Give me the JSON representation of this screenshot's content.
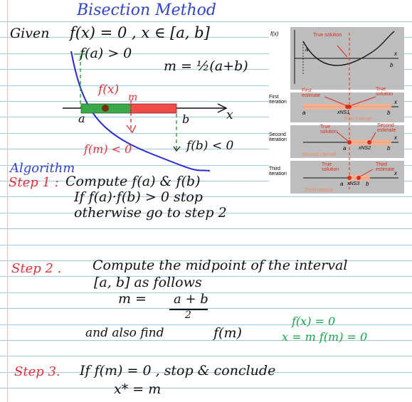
{
  "notes": {
    "title": "Bisection Method",
    "given_label": "Given",
    "given_expr": "f(x) = 0 , x ∈ [a, b]",
    "fa_pos": "f(a) > 0",
    "midpoint_formula": "m = ½(a+b)",
    "fx_label": "f(x)",
    "m_label": "m",
    "a_label": "a",
    "b_label": "b",
    "x_axis_label": "x",
    "fm_neg": "f(m) < 0",
    "fb_neg": "f(b) < 0",
    "algorithm_heading": "Algorithm",
    "step1_label": "Step 1 :",
    "step1_line1": "Compute f(a) & f(b)",
    "step1_line2": "If f(a)·f(b) > 0 stop",
    "step1_line3": "otherwise go to step 2",
    "step2_label": "Step 2 .",
    "step2_line1": "Compute the midpoint of the interval",
    "step2_line2": "[a, b] as follows",
    "step2_m": "m =",
    "step2_numerator": "a + b",
    "step2_denominator": "2",
    "step2_line3": "and also find",
    "step2_fm": "f(m)",
    "green_line1": "f(x) = 0",
    "green_line2": "x = m  f(m) = 0",
    "step3_label": "Step 3.",
    "step3_line1": "If f(m) = 0 , stop & conclude",
    "step3_line2": "x* = m"
  },
  "figure": {
    "fx_axis": "f(x)",
    "true_solution": "True solution",
    "a": "a",
    "b": "b",
    "x": "x",
    "first_iteration": "First iteration",
    "first_estimate": "First estimate",
    "true_solution_2": "True solution",
    "xns1": "xNS1",
    "first_interval": "First interval",
    "second_iteration": "Second iteration",
    "true_solution_3": "True solution",
    "second_estimate": "Second estimate",
    "xns2": "xNS2",
    "second_interval": "Second interval",
    "third_iteration": "Third iteration",
    "true_solution_4": "True solution",
    "third_estimate": "Third estimate",
    "xns3": "xNS3",
    "third_interval": "Third interval"
  },
  "colors": {
    "ink_blue": "#3344cc",
    "ink_red": "#e0303a",
    "ink_green": "#16a34a",
    "ruled_line": "#9ecbf2",
    "segment_green": "#3aa84a",
    "segment_red": "#ef4b4b",
    "figure_gray": "#bdbdbd",
    "figure_red": "#d92d20"
  }
}
